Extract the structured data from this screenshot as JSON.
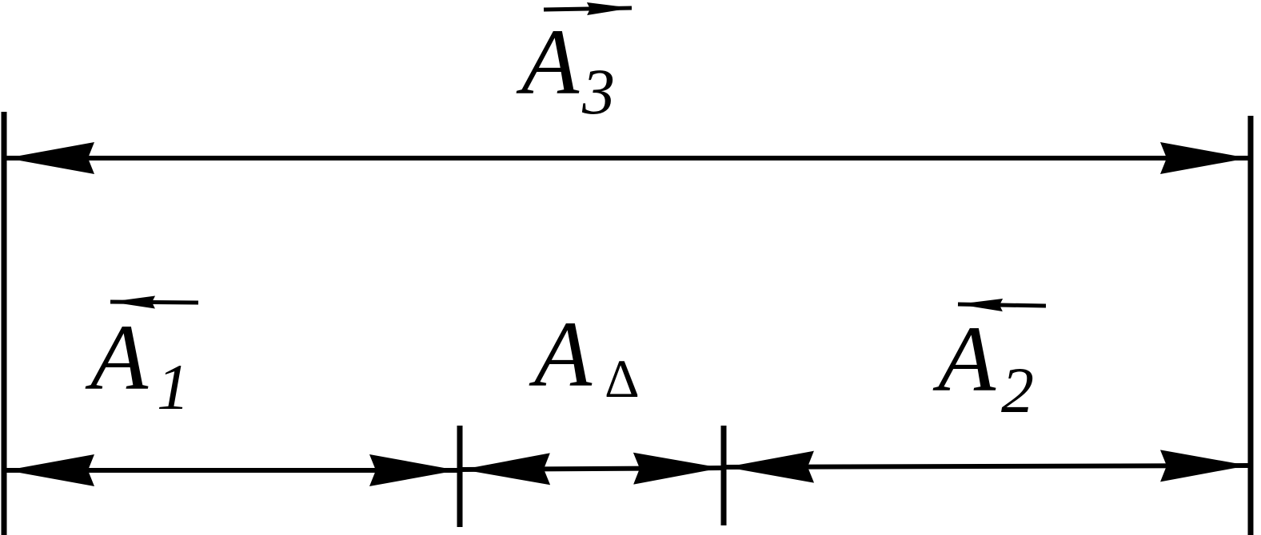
{
  "diagram": {
    "colors": {
      "ink": "#000000",
      "background": "#ffffff"
    },
    "dimensions": [
      {
        "id": "A3",
        "letter": "A",
        "subscript": "3",
        "vector_direction": "right",
        "row": "top"
      },
      {
        "id": "A1",
        "letter": "A",
        "subscript": "1",
        "vector_direction": "left",
        "row": "bottom"
      },
      {
        "id": "Adelta",
        "letter": "A",
        "subscript": "Δ",
        "vector_direction": "none",
        "row": "bottom"
      },
      {
        "id": "A2",
        "letter": "A",
        "subscript": "2",
        "vector_direction": "left",
        "row": "bottom"
      }
    ]
  }
}
